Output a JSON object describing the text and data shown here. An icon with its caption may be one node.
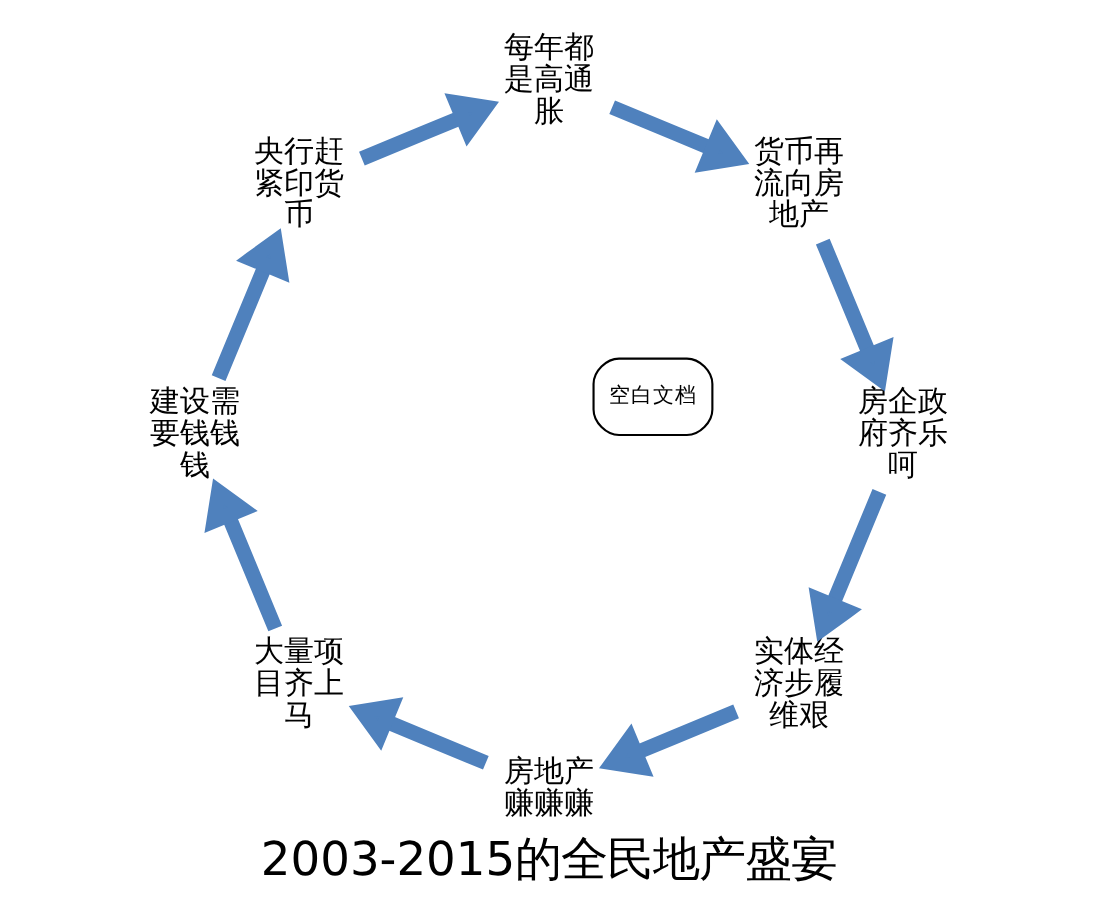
{
  "diagram": {
    "title": "2003-2015的全民地产盛宴",
    "nodes": [
      {
        "text": [
          "实体经济步履维艰"
        ]
      },
      {
        "text": [
          "房地产赚赚赚"
        ]
      },
      {
        "text": [
          "大量项目齐上马"
        ]
      },
      {
        "text": [
          "建设需要钱钱钱"
        ]
      },
      {
        "text": [
          "央行赶紧印货币"
        ]
      },
      {
        "text": [
          "每年都是高通胀"
        ]
      },
      {
        "text": [
          "货币再流向房地产"
        ]
      },
      {
        "text": [
          "房企政府齐乐呵"
        ]
      }
    ],
    "edges": [
      {
        "from": 0,
        "to": 1,
        "arrow": "to"
      },
      {
        "from": 1,
        "to": 2,
        "arrow": "to"
      },
      {
        "from": 2,
        "to": 3,
        "arrow": "to"
      },
      {
        "from": 3,
        "to": 4,
        "arrow": "to"
      },
      {
        "from": 4,
        "to": 5,
        "arrow": "to"
      },
      {
        "from": 5,
        "to": 6,
        "arrow": "to"
      },
      {
        "from": 6,
        "to": 7,
        "arrow": "to"
      },
      {
        "from": 7,
        "to": 0,
        "arrow": "to"
      }
    ],
    "labels": [
      "空白文档"
    ]
  }
}
